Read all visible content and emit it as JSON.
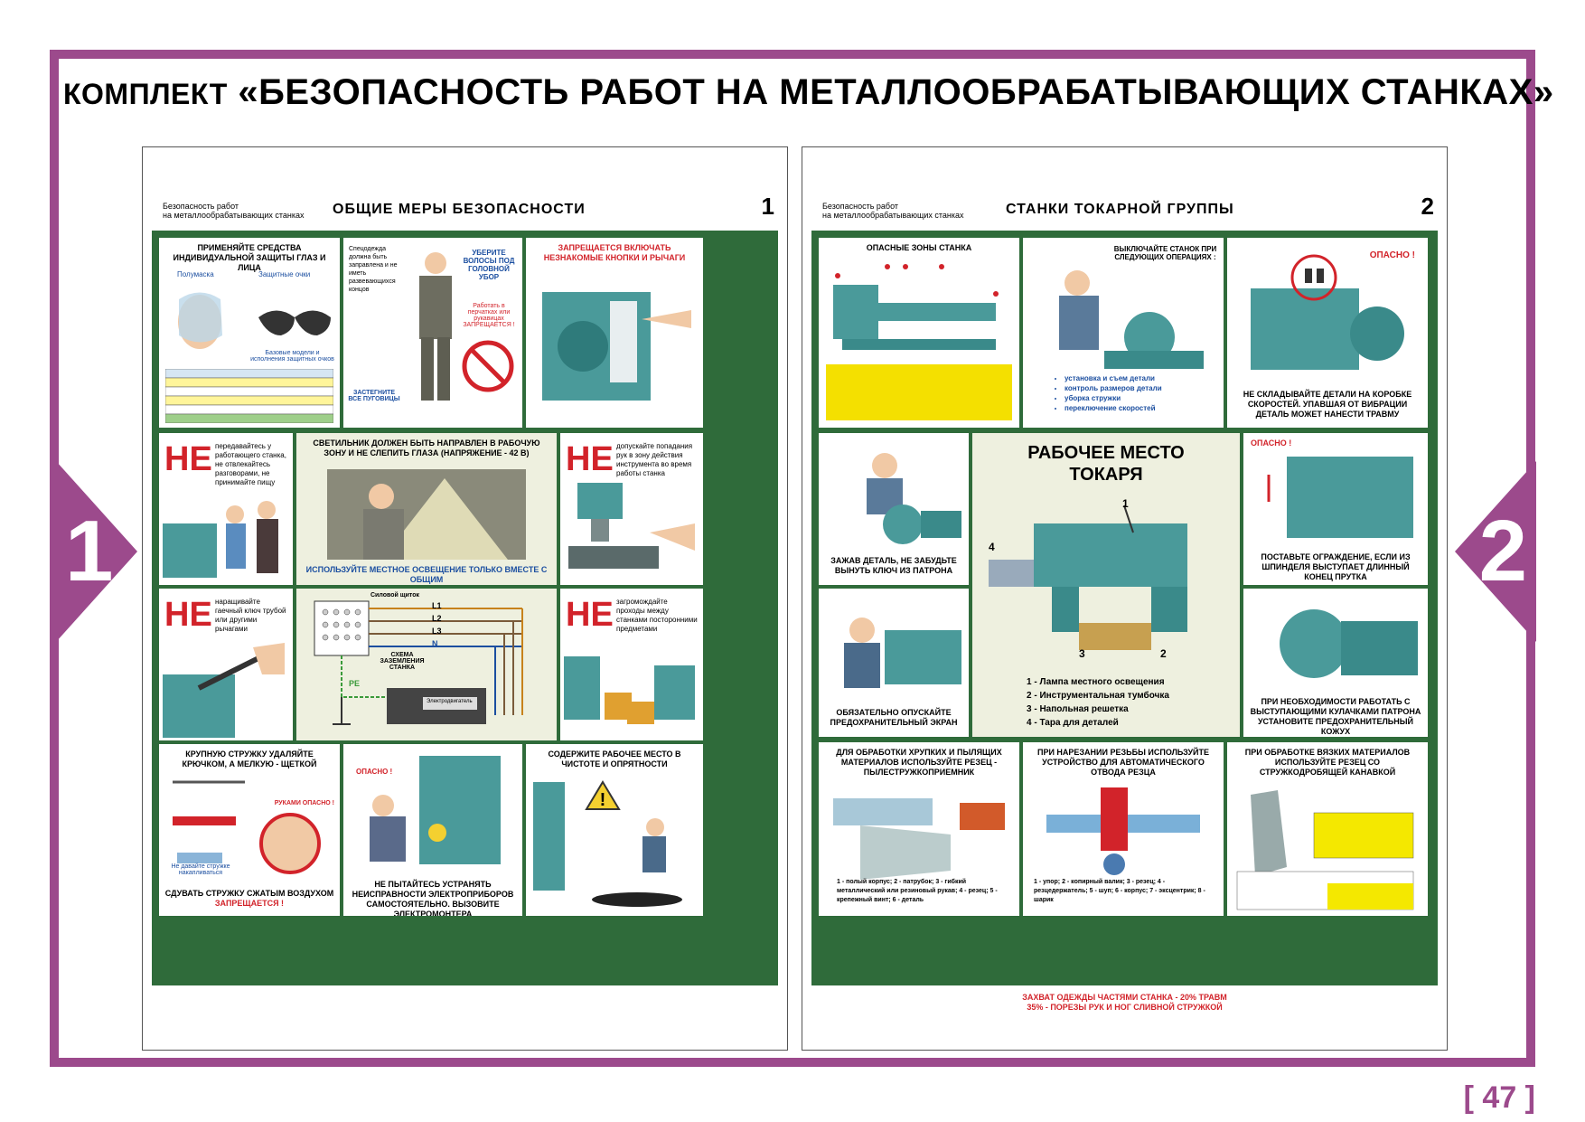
{
  "main_title": {
    "prefix": "КОМПЛЕКТ",
    "text": "«БЕЗОПАСНОСТЬ РАБОТ НА МЕТАЛЛООБРАБАТЫВАЮЩИХ СТАНКАХ»"
  },
  "tabs": {
    "left": "1",
    "right": "2"
  },
  "page_number": "[ 47 ]",
  "poster1": {
    "header_small": "Безопасность работ\nна металлообрабатывающих станках",
    "title": "ОБЩИЕ МЕРЫ БЕЗОПАСНОСТИ",
    "number": "1",
    "cells": {
      "ppe_title": "ПРИМЕНЯЙТЕ СРЕДСТВА ИНДИВИДУАЛЬНОЙ ЗАЩИТЫ ГЛАЗ И ЛИЦА",
      "ppe_mask": "Полумаска",
      "ppe_glasses": "Защитные очки",
      "ppe_note": "Базовые модели и исполнения защитных очков",
      "clothes_text": "Спецодежда должна быть заправлена и не иметь развевающихся концов",
      "hair": "УБЕРИТЕ ВОЛОСЫ ПОД ГОЛОВНОЙ УБОР",
      "gloves": "Работать в перчатках или рукавицах ЗАПРЕЩАЕТСЯ !",
      "buttons": "ЗАСТЕГНИТЕ ВСЕ ПУГОВИЦЫ",
      "forbidden_buttons": "ЗАПРЕЩАЕТСЯ ВКЛЮЧАТЬ НЕЗНАКОМЫЕ КНОПКИ И РЫЧАГИ",
      "ne": "НЕ",
      "ne1": "передавайтесь у работающего станка, не отвлекайтесь разговорами, не принимайте пищу",
      "lamp_title": "СВЕТИЛЬНИК ДОЛЖЕН БЫТЬ НАПРАВЛЕН В РАБОЧУЮ ЗОНУ И НЕ СЛЕПИТЬ ГЛАЗА (НАПРЯЖЕНИЕ - 42 В)",
      "lamp_note": "ИСПОЛЬЗУЙТЕ МЕСТНОЕ ОСВЕЩЕНИЕ ТОЛЬКО ВМЕСТЕ С ОБЩИМ",
      "ne2": "допускайте попадания рук в зону действия инструмента во время работы станка",
      "ne3": "наращивайте гаечный ключ трубой или другими рычагами",
      "ground_title": "Силовой щиток",
      "ground_l1": "L1",
      "ground_l2": "L2",
      "ground_l3": "L3",
      "ground_n": "N",
      "ground_pe": "PE",
      "ground_scheme": "СХЕМА ЗАЗЕМЛЕНИЯ СТАНКА",
      "ground_motor": "Электродвигатель",
      "ne4": "загромождайте проходы между станками посторонними предметами",
      "chips_title": "КРУПНУЮ СТРУЖКУ УДАЛЯЙТЕ КРЮЧКОМ, А МЕЛКУЮ - ЩЕТКОЙ",
      "chips_hands": "РУКАМИ ОПАСНО !",
      "chips_note": "Не давайте стружке накапливаться",
      "chips_air": "СДУВАТЬ СТРУЖКУ СЖАТЫМ ВОЗДУХОМ",
      "chips_forbid": "ЗАПРЕЩАЕТСЯ !",
      "danger": "ОПАСНО !",
      "electric": "НЕ ПЫТАЙТЕСЬ УСТРАНЯТЬ НЕИСПРАВНОСТИ ЭЛЕКТРОПРИБОРОВ САМОСТОЯТЕЛЬНО. ВЫЗОВИТЕ ЭЛЕКТРОМОНТЕРА",
      "clean": "СОДЕРЖИТЕ РАБОЧЕЕ МЕСТО В ЧИСТОТЕ И ОПРЯТНОСТИ"
    }
  },
  "poster2": {
    "header_small": "Безопасность работ\nна металлообрабатывающих станках",
    "title": "СТАНКИ ТОКАРНОЙ ГРУППЫ",
    "number": "2",
    "cells": {
      "zones_title": "ОПАСНЫЕ ЗОНЫ СТАНКА",
      "switch_off": "ВЫКЛЮЧАЙТЕ СТАНОК ПРИ СЛЕДУЮЩИХ ОПЕРАЦИЯХ :",
      "ops": [
        "установка и съем детали",
        "контроль размеров детали",
        "уборка стружки",
        "переключение скоростей"
      ],
      "danger": "ОПАСНО !",
      "no_parts": "НЕ СКЛАДЫВАЙТЕ ДЕТАЛИ НА КОРОБКЕ СКОРОСТЕЙ. УПАВШАЯ ОТ ВИБРАЦИИ ДЕТАЛЬ МОЖЕТ НАНЕСТИ ТРАВМУ",
      "key": "ЗАЖАВ ДЕТАЛЬ, НЕ ЗАБУДЬТЕ ВЫНУТЬ КЛЮЧ ИЗ ПАТРОНА",
      "workplace_title": "РАБОЧЕЕ МЕСТО ТОКАРЯ",
      "workplace_legend": [
        "1 - Лампа местного освещения",
        "2 - Инструментальная тумбочка",
        "3 - Напольная решетка",
        "4 - Тара для деталей"
      ],
      "guard": "ПОСТАВЬТЕ ОГРАЖДЕНИЕ, ЕСЛИ ИЗ ШПИНДЕЛЯ ВЫСТУПАЕТ ДЛИННЫЙ КОНЕЦ ПРУТКА",
      "screen": "ОБЯЗАТЕЛЬНО ОПУСКАЙТЕ ПРЕДОХРАНИТЕЛЬНЫЙ ЭКРАН",
      "casing": "ПРИ НЕОБХОДИМОСТИ РАБОТАТЬ С ВЫСТУПАЮЩИМИ КУЛАЧКАМИ ПАТРОНА УСТАНОВИТЕ ПРЕДОХРАНИТЕЛЬНЫЙ КОЖУХ",
      "brittle": "ДЛЯ ОБРАБОТКИ ХРУПКИХ И ПЫЛЯЩИХ МАТЕРИАЛОВ ИСПОЛЬЗУЙТЕ РЕЗЕЦ - ПЫЛЕСТРУЖКОПРИЕМНИК",
      "brittle_legend": "1 - полый корпус; 2 - патрубок; 3 - гибкий металлический или резиновый рукав; 4 - резец; 5 - крепежный винт; 6 - деталь",
      "thread": "ПРИ НАРЕЗАНИИ РЕЗЬБЫ ИСПОЛЬЗУЙТЕ УСТРОЙСТВО ДЛЯ АВТОМАТИЧЕСКОГО ОТВОДА РЕЗЦА",
      "thread_legend": "1 - упор; 2 - копирный валик; 3 - резец; 4 - резцедержатель; 5 - шуп; 6 - корпус; 7 - эксцентрик; 8 - шарик",
      "viscous": "ПРИ ОБРАБОТКЕ ВЯЗКИХ МАТЕРИАЛОВ ИСПОЛЬЗУЙТЕ РЕЗЕЦ СО СТРУЖКОДРОБЯЩЕЙ КАНАВКОЙ"
    },
    "footer": "ЗАХВАТ ОДЕЖДЫ ЧАСТЯМИ СТАНКА - 20% ТРАВМ\n35% - ПОРЕЗЫ РУК И НОГ СЛИВНОЙ СТРУЖКОЙ"
  },
  "colors": {
    "frame": "#9c4a8c",
    "board": "#2f6b3a",
    "red": "#d2232a",
    "machine": "#4a9a9a"
  }
}
